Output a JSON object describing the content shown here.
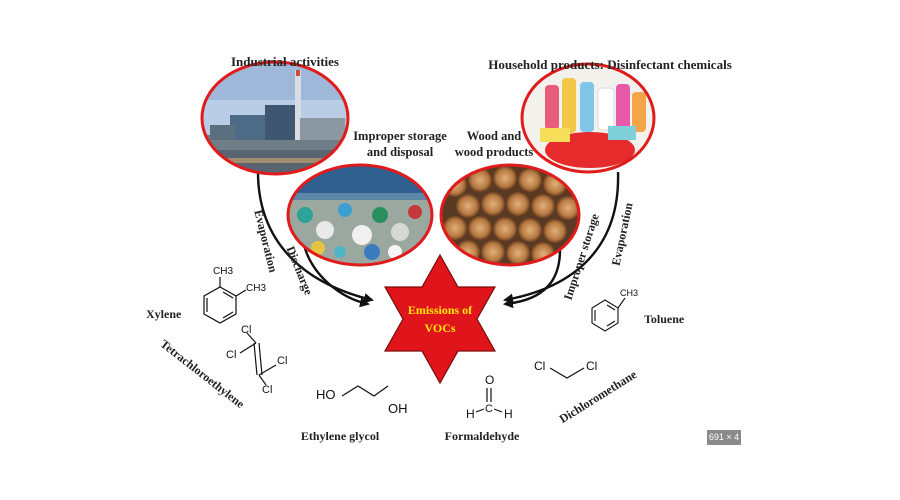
{
  "sources": {
    "industrial": "Industrial activities",
    "household": "Household products: Disinfectant chemicals",
    "improper_storage_line1": "Improper storage",
    "improper_storage_line2": "and disposal",
    "wood_line1": "Wood and",
    "wood_line2": "wood products"
  },
  "pathways": {
    "evaporation_left": "Evaporation",
    "discharge": "Discharge",
    "improper_storage": "Improper storage",
    "evaporation_right": "Evaporation"
  },
  "center": {
    "line1": "Emissions of",
    "line2": "VOCs"
  },
  "compounds": {
    "xylene": "Xylene",
    "tetrachloroethylene": "Tetrachloroethylene",
    "ethylene_glycol": "Ethylene glycol",
    "formaldehyde": "Formaldehyde",
    "dichloromethane": "Dichloromethane",
    "toluene": "Toluene"
  },
  "atoms": {
    "ch3": "CH3",
    "cl": "Cl",
    "ho": "HO",
    "oh": "OH",
    "o": "O",
    "h": "H",
    "c": "C"
  },
  "badge": "691 × 4",
  "colors": {
    "star_fill": "#e0151b",
    "star_text": "#ffe900",
    "circle_border": "#e01b1b",
    "arrow": "#111111"
  }
}
